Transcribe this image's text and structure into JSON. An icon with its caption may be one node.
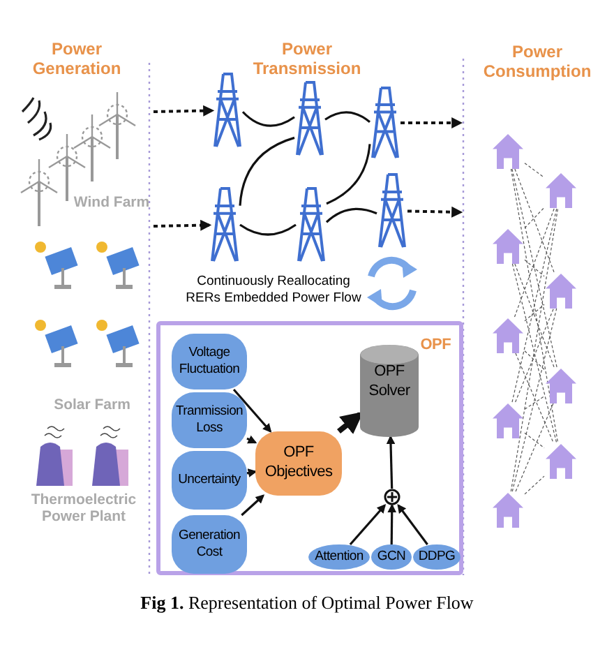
{
  "diagram": {
    "caption": "**Fig 1.** Representation of Optimal Power Flow",
    "nodes": [
      {
        "text": [],
        "shape": "tower"
      },
      {
        "text": [],
        "shape": "tower"
      },
      {
        "text": [],
        "shape": "tower"
      },
      {
        "text": [],
        "shape": "tower"
      },
      {
        "text": [],
        "shape": "tower"
      },
      {
        "text": [],
        "shape": "tower"
      },
      {
        "text": [],
        "shape": "house"
      },
      {
        "text": [],
        "shape": "house"
      },
      {
        "text": [],
        "shape": "house"
      },
      {
        "text": [],
        "shape": "house"
      },
      {
        "text": [],
        "shape": "house"
      },
      {
        "text": [],
        "shape": "house"
      },
      {
        "text": [],
        "shape": "house"
      },
      {
        "text": [],
        "shape": "house"
      },
      {
        "text": [],
        "shape": "house"
      },
      {
        "text": [
          "OPF"
        ]
      },
      {
        "text": [
          "Voltage Fluctuation"
        ],
        "in": 15
      },
      {
        "text": [
          "Tranmission Loss"
        ],
        "in": 15
      },
      {
        "text": [
          "Uncertainty"
        ],
        "in": 15
      },
      {
        "text": [
          "Generation Cost"
        ],
        "in": 15
      },
      {
        "text": [
          "OPF Objectives"
        ],
        "in": 15
      },
      {
        "text": [
          "OPF Solver"
        ],
        "in": 15
      },
      {
        "text": [],
        "shape": "circle",
        "in": 15
      },
      {
        "text": [
          "Attention"
        ],
        "in": 15
      },
      {
        "text": [
          "GCN"
        ],
        "in": 15
      },
      {
        "text": [
          "DDPG"
        ],
        "in": 15
      }
    ],
    "edges": [
      {
        "from": null,
        "to": 0,
        "arrow": "to",
        "style": "dashed"
      },
      {
        "from": null,
        "to": 3,
        "arrow": "to",
        "style": "dashed"
      },
      {
        "from": 2,
        "to": null,
        "arrow": "to",
        "style": "dashed"
      },
      {
        "from": 5,
        "to": null,
        "arrow": "to",
        "style": "dashed"
      },
      {
        "from": 0,
        "to": 1,
        "arrow": "none"
      },
      {
        "from": 1,
        "to": 3,
        "arrow": "none"
      },
      {
        "from": 1,
        "to": 2,
        "arrow": "none"
      },
      {
        "from": 3,
        "to": 4,
        "arrow": "none"
      },
      {
        "from": 4,
        "to": 2,
        "arrow": "none"
      },
      {
        "from": 4,
        "to": 5,
        "arrow": "none"
      },
      {
        "from": 6,
        "to": 11,
        "arrow": "none",
        "style": "dashed"
      },
      {
        "from": 6,
        "to": 12,
        "arrow": "none",
        "style": "dashed"
      },
      {
        "from": 6,
        "to": 13,
        "arrow": "none",
        "style": "dashed"
      },
      {
        "from": 6,
        "to": 14,
        "arrow": "none",
        "style": "dashed"
      },
      {
        "from": 7,
        "to": 11,
        "arrow": "none",
        "style": "dashed"
      },
      {
        "from": 7,
        "to": 12,
        "arrow": "none",
        "style": "dashed"
      },
      {
        "from": 7,
        "to": 13,
        "arrow": "none",
        "style": "dashed"
      },
      {
        "from": 7,
        "to": 14,
        "arrow": "none",
        "style": "dashed"
      },
      {
        "from": 8,
        "to": 11,
        "arrow": "none",
        "style": "dashed"
      },
      {
        "from": 8,
        "to": 12,
        "arrow": "none",
        "style": "dashed"
      },
      {
        "from": 8,
        "to": 13,
        "arrow": "none",
        "style": "dashed"
      },
      {
        "from": 8,
        "to": 14,
        "arrow": "none",
        "style": "dashed"
      },
      {
        "from": 9,
        "to": 11,
        "arrow": "none",
        "style": "dashed"
      },
      {
        "from": 9,
        "to": 12,
        "arrow": "none",
        "style": "dashed"
      },
      {
        "from": 9,
        "to": 13,
        "arrow": "none",
        "style": "dashed"
      },
      {
        "from": 9,
        "to": 14,
        "arrow": "none",
        "style": "dashed"
      },
      {
        "from": 10,
        "to": 11,
        "arrow": "none",
        "style": "dashed"
      },
      {
        "from": 10,
        "to": 12,
        "arrow": "none",
        "style": "dashed"
      },
      {
        "from": 10,
        "to": 13,
        "arrow": "none",
        "style": "dashed"
      },
      {
        "from": 10,
        "to": 14,
        "arrow": "none",
        "style": "dashed"
      },
      {
        "from": 16,
        "to": 20,
        "arrow": "to"
      },
      {
        "from": 17,
        "to": 20,
        "arrow": "to"
      },
      {
        "from": 18,
        "to": 20,
        "arrow": "to"
      },
      {
        "from": 19,
        "to": 20,
        "arrow": "to"
      },
      {
        "from": 20,
        "to": 21,
        "arrow": "to",
        "style": "thick"
      },
      {
        "from": 23,
        "to": 22,
        "arrow": "to"
      },
      {
        "from": 24,
        "to": 22,
        "arrow": "to"
      },
      {
        "from": 25,
        "to": 22,
        "arrow": "to"
      },
      {
        "from": 22,
        "to": 21,
        "arrow": "to"
      }
    ],
    "labels": [
      "Power Generation",
      "Power Transmission",
      "Power Consumption",
      "Wind Farm",
      "Solar Farm",
      "Thermoelectric Power Plant",
      "Continuously Reallocating RERs Embedded Power Flow"
    ]
  }
}
